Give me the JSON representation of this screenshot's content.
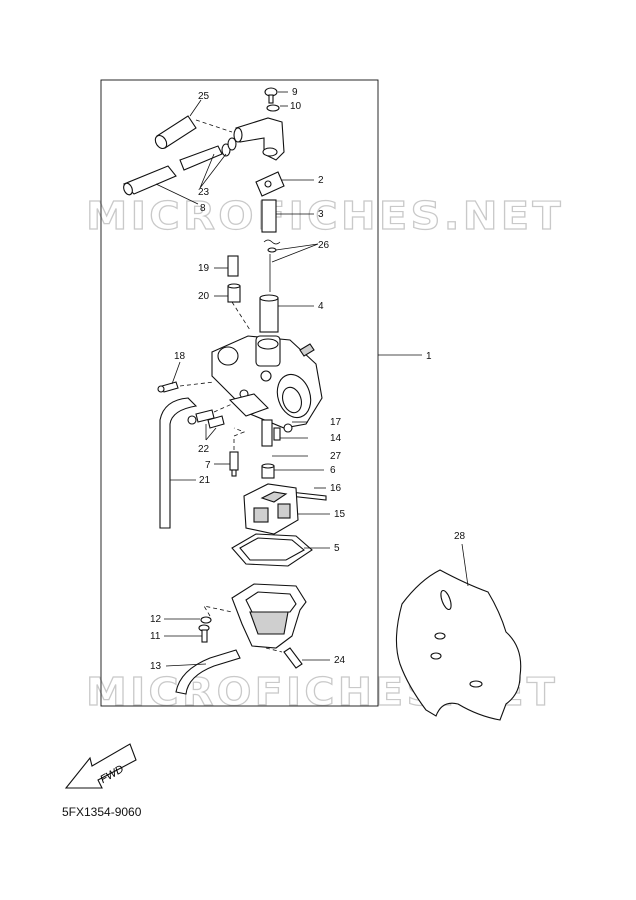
{
  "watermark": "MICROFICHES.NET",
  "fwd_label": "FWD",
  "diagram_code": "5FX1354-9060",
  "callouts": [
    "1",
    "2",
    "3",
    "4",
    "5",
    "6",
    "7",
    "8",
    "9",
    "10",
    "11",
    "12",
    "13",
    "14",
    "15",
    "16",
    "17",
    "18",
    "19",
    "20",
    "21",
    "22",
    "23",
    "24",
    "25",
    "26",
    "27",
    "28"
  ]
}
